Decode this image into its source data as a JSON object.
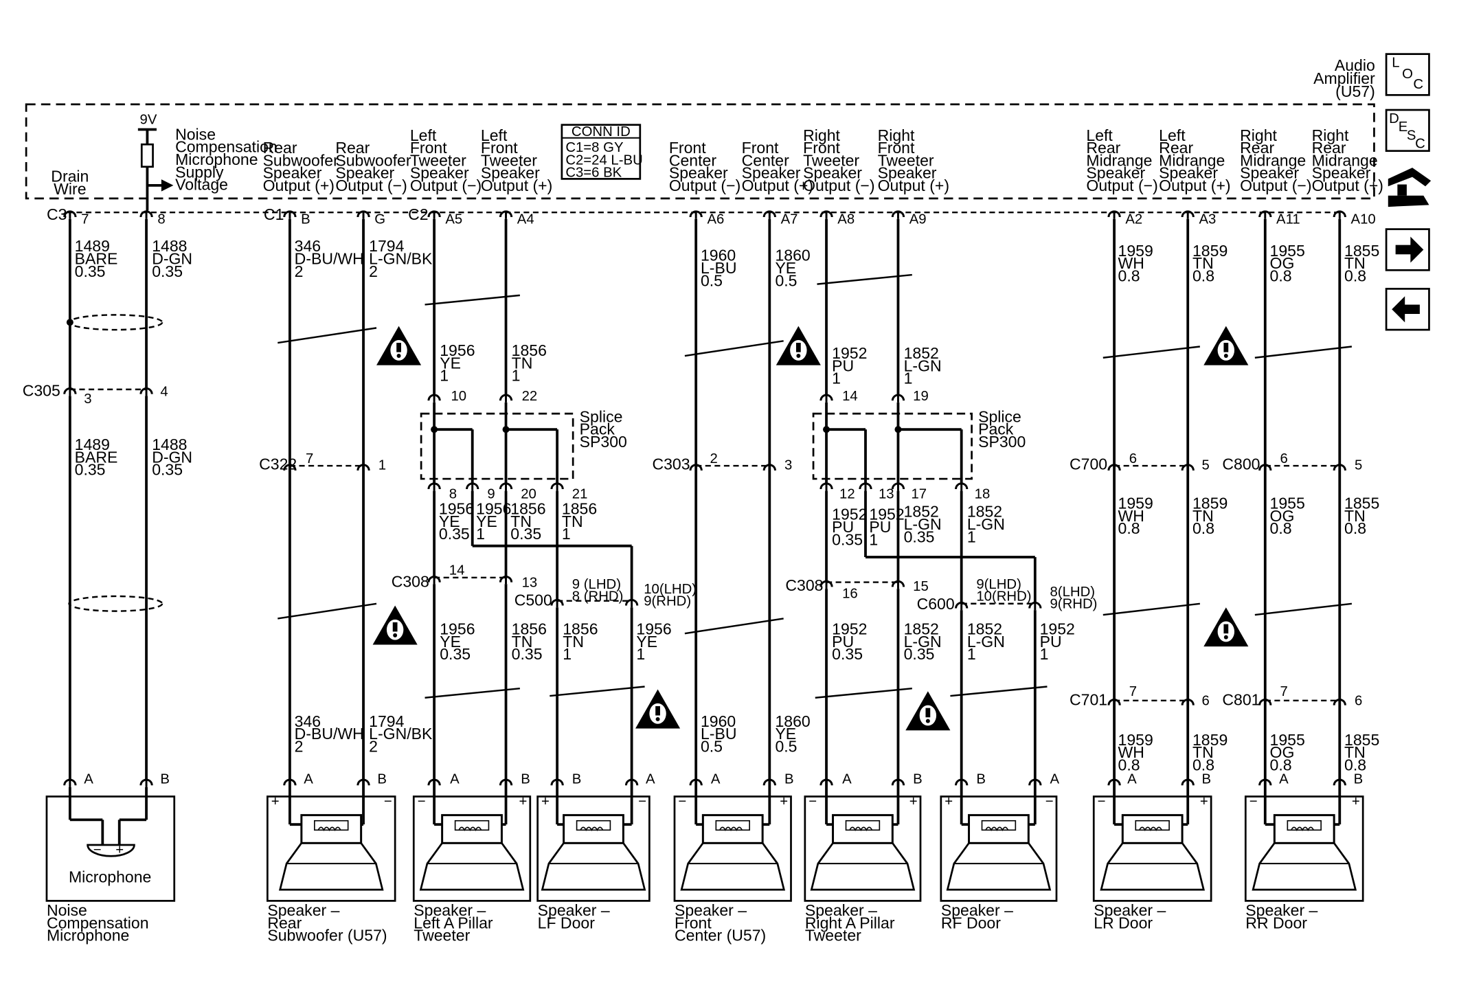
{
  "module": {
    "name": [
      "Audio",
      "Amplifier",
      "(U57)"
    ],
    "conn_id": {
      "title": "CONN ID",
      "lines": [
        "C1=8 GY",
        "C2=24 L-BU",
        "C3=6 BK"
      ]
    },
    "supply": {
      "voltage": "9V",
      "label": [
        "Noise",
        "Compensation",
        "Microphone",
        "Supply",
        "Voltage"
      ]
    },
    "drain_label": [
      "Drain",
      "Wire"
    ],
    "outputs": [
      {
        "id": "rsub-pos",
        "label": [
          "Rear",
          "Subwoofer",
          "Speaker",
          "Output (+)"
        ]
      },
      {
        "id": "rsub-neg",
        "label": [
          "Rear",
          "Subwoofer",
          "Speaker",
          "Output (−)"
        ]
      },
      {
        "id": "lft-neg",
        "label": [
          "Left",
          "Front",
          "Tweeter",
          "Speaker",
          "Output (−)"
        ]
      },
      {
        "id": "lft-pos",
        "label": [
          "Left",
          "Front",
          "Tweeter",
          "Speaker",
          "Output (+)"
        ]
      },
      {
        "id": "fc-neg",
        "label": [
          "Front",
          "Center",
          "Speaker",
          "Output (−)"
        ]
      },
      {
        "id": "fc-pos",
        "label": [
          "Front",
          "Center",
          "Speaker",
          "Output (+)"
        ]
      },
      {
        "id": "rft-neg",
        "label": [
          "Right",
          "Front",
          "Tweeter",
          "Speaker",
          "Output (−)"
        ]
      },
      {
        "id": "rft-pos",
        "label": [
          "Right",
          "Front",
          "Tweeter",
          "Speaker",
          "Output (+)"
        ]
      },
      {
        "id": "lrm-neg",
        "label": [
          "Left",
          "Rear",
          "Midrange",
          "Speaker",
          "Output (−)"
        ]
      },
      {
        "id": "lrm-pos",
        "label": [
          "Left",
          "Rear",
          "Midrange",
          "Speaker",
          "Output (+)"
        ]
      },
      {
        "id": "rrm-neg",
        "label": [
          "Right",
          "Rear",
          "Midrange",
          "Speaker",
          "Output (−)"
        ]
      },
      {
        "id": "rrm-pos",
        "label": [
          "Right",
          "Rear",
          "Midrange",
          "Speaker",
          "Output (+)"
        ]
      }
    ]
  },
  "connectors": {
    "C3": "C3",
    "C1": "C1",
    "C2": "C2",
    "C305": "C305",
    "C322": "C322",
    "C308a": "C308",
    "C500": "C500",
    "C303": "C303",
    "C308b": "C308",
    "C600": "C600",
    "C700": "C700",
    "C800": "C800",
    "C701": "C701",
    "C801": "C801"
  },
  "pins": {
    "c3_7": "7",
    "c3_8": "8",
    "c1_B": "B",
    "c1_G": "G",
    "c2_A5": "A5",
    "c2_A4": "A4",
    "c2_A6": "A6",
    "c2_A7": "A7",
    "c2_A8": "A8",
    "c2_A9": "A9",
    "c2_A2": "A2",
    "c2_A3": "A3",
    "c2_A11": "A11",
    "c2_A10": "A10",
    "c305_3": "3",
    "c305_4": "4",
    "c322_7": "7",
    "c322_1": "1",
    "sp1_10": "10",
    "sp1_22": "22",
    "sp1_8": "8",
    "sp1_9": "9",
    "sp1_20": "20",
    "sp1_21": "21",
    "sp2_14": "14",
    "sp2_19": "19",
    "sp2_12": "12",
    "sp2_13": "13",
    "sp2_17": "17",
    "sp2_18": "18",
    "c303_2": "2",
    "c303_3": "3",
    "c308a_14": "14",
    "c308a_13": "13",
    "c500_a": [
      "9 (LHD)",
      "8 (RHD)"
    ],
    "c500_b": [
      "10(LHD)",
      "9(RHD)"
    ],
    "c308b_16": "16",
    "c308b_15": "15",
    "c600_a": [
      "9(LHD)",
      "10(RHD)"
    ],
    "c600_b": [
      "8(LHD)",
      "9(RHD)"
    ],
    "c700_6": "6",
    "c700_5": "5",
    "c800_6": "6",
    "c800_5": "5",
    "c701_7": "7",
    "c701_6": "6",
    "c801_7": "7",
    "c801_6": "6"
  },
  "wires": {
    "w1489a": [
      "1489",
      "BARE",
      "0.35"
    ],
    "w1488a": [
      "1488",
      "D-GN",
      "0.35"
    ],
    "w1489b": [
      "1489",
      "BARE",
      "0.35"
    ],
    "w1488b": [
      "1488",
      "D-GN",
      "0.35"
    ],
    "w346a": [
      "346",
      "D-BU/WH",
      "2"
    ],
    "w1794a": [
      "1794",
      "L-GN/BK",
      "2"
    ],
    "w346b": [
      "346",
      "D-BU/WH",
      "2"
    ],
    "w1794b": [
      "1794",
      "L-GN/BK",
      "2"
    ],
    "w1956a": [
      "1956",
      "YE",
      "1"
    ],
    "w1856a": [
      "1856",
      "TN",
      "1"
    ],
    "w1956b": [
      "1956",
      "YE",
      "0.35"
    ],
    "w1956c": [
      "1956",
      "YE",
      "1"
    ],
    "w1856b": [
      "1856",
      "TN",
      "0.35"
    ],
    "w1856c": [
      "1856",
      "TN",
      "1"
    ],
    "w1956d": [
      "1956",
      "YE",
      "0.35"
    ],
    "w1856d": [
      "1856",
      "TN",
      "0.35"
    ],
    "w1856e": [
      "1856",
      "TN",
      "1"
    ],
    "w1956e": [
      "1956",
      "YE",
      "1"
    ],
    "w1960a": [
      "1960",
      "L-BU",
      "0.5"
    ],
    "w1860a": [
      "1860",
      "YE",
      "0.5"
    ],
    "w1960b": [
      "1960",
      "L-BU",
      "0.5"
    ],
    "w1860b": [
      "1860",
      "YE",
      "0.5"
    ],
    "w1952a": [
      "1952",
      "PU",
      "1"
    ],
    "w1852a": [
      "1852",
      "L-GN",
      "1"
    ],
    "w1952b": [
      "1952",
      "PU",
      "0.35"
    ],
    "w1952c": [
      "1952",
      "PU",
      "1"
    ],
    "w1852b": [
      "1852",
      "L-GN",
      "0.35"
    ],
    "w1852c": [
      "1852",
      "L-GN",
      "1"
    ],
    "w1952d": [
      "1952",
      "PU",
      "0.35"
    ],
    "w1852d": [
      "1852",
      "L-GN",
      "0.35"
    ],
    "w1852e": [
      "1852",
      "L-GN",
      "1"
    ],
    "w1952e": [
      "1952",
      "PU",
      "1"
    ],
    "w1959a": [
      "1959",
      "WH",
      "0.8"
    ],
    "w1859a": [
      "1859",
      "TN",
      "0.8"
    ],
    "w1955a": [
      "1955",
      "OG",
      "0.8"
    ],
    "w1855a": [
      "1855",
      "TN",
      "0.8"
    ],
    "w1959b": [
      "1959",
      "WH",
      "0.8"
    ],
    "w1859b": [
      "1859",
      "TN",
      "0.8"
    ],
    "w1955b": [
      "1955",
      "OG",
      "0.8"
    ],
    "w1855b": [
      "1855",
      "TN",
      "0.8"
    ],
    "w1959c": [
      "1959",
      "WH",
      "0.8"
    ],
    "w1859c": [
      "1859",
      "TN",
      "0.8"
    ],
    "w1955c": [
      "1955",
      "OG",
      "0.8"
    ],
    "w1855c": [
      "1855",
      "TN",
      "0.8"
    ]
  },
  "splice": {
    "sp1": [
      "Splice",
      "Pack",
      "SP300"
    ],
    "sp2": [
      "Splice",
      "Pack",
      "SP300"
    ]
  },
  "speakers": {
    "mic": {
      "label": [
        "Noise",
        "Compensation",
        "Microphone"
      ],
      "inner": "Microphone",
      "pinA": "A",
      "pinB": "B"
    },
    "rsub": {
      "label": [
        "Speaker –",
        "Rear",
        "Subwoofer (U57)"
      ],
      "pinA": "A",
      "pinB": "B"
    },
    "lapt": {
      "label": [
        "Speaker –",
        "Left A Pillar",
        "Tweeter"
      ],
      "pinA": "A",
      "pinB": "B"
    },
    "lfd": {
      "label": [
        "Speaker –",
        "LF Door"
      ],
      "pinA": "B",
      "pinB": "A"
    },
    "fc": {
      "label": [
        "Speaker –",
        "Front",
        "Center (U57)"
      ],
      "pinA": "A",
      "pinB": "B"
    },
    "rapt": {
      "label": [
        "Speaker –",
        "Right A Pillar",
        "Tweeter"
      ],
      "pinA": "A",
      "pinB": "B"
    },
    "rfd": {
      "label": [
        "Speaker –",
        "RF Door"
      ],
      "pinA": "B",
      "pinB": "A"
    },
    "lrd": {
      "label": [
        "Speaker –",
        "LR Door"
      ],
      "pinA": "A",
      "pinB": "B"
    },
    "rrd": {
      "label": [
        "Speaker –",
        "RR Door"
      ],
      "pinA": "A",
      "pinB": "B"
    }
  },
  "sidebar": {
    "loc": [
      "L",
      "O",
      "C"
    ],
    "desc": [
      "D",
      "E",
      "S",
      "C"
    ],
    "icons": [
      "loc-icon",
      "desc-icon",
      "connector-icon",
      "arrow-right-icon",
      "arrow-left-icon"
    ]
  }
}
